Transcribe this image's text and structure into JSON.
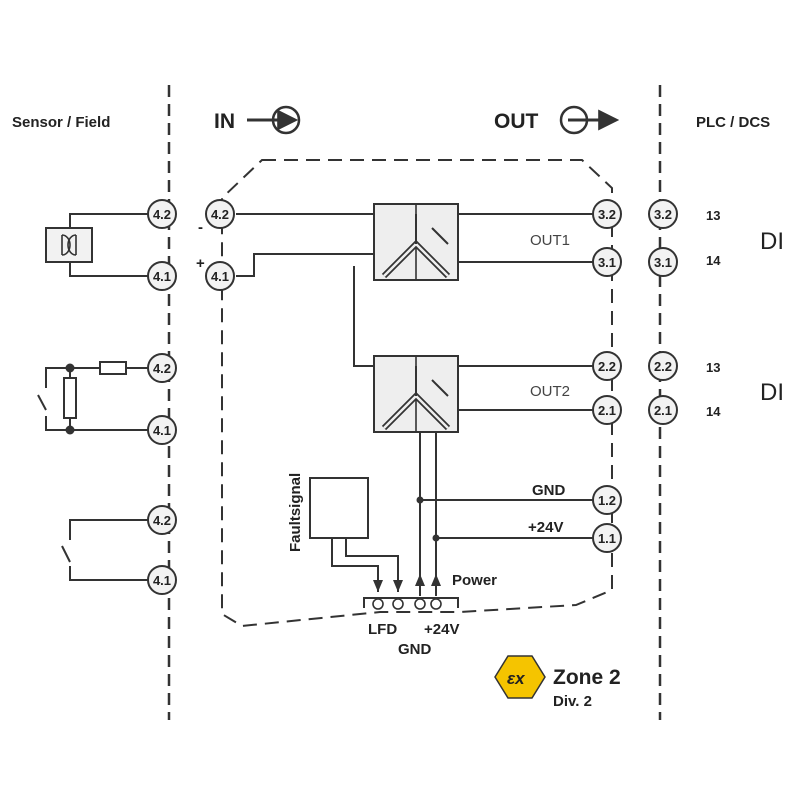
{
  "labels": {
    "sensor_field": "Sensor / Field",
    "in": "IN",
    "out": "OUT",
    "plc_dcs": "PLC / DCS",
    "out1": "OUT1",
    "out2": "OUT2",
    "gnd": "GND",
    "plus24v": "+24V",
    "faultsignal": "Faultsignal",
    "power": "Power",
    "lfd": "LFD",
    "gnd_bottom": "GND",
    "plus24v_bottom": "+24V",
    "minus": "-",
    "plus": "+",
    "di_1": "DI",
    "di_2": "DI",
    "num_13_a": "13",
    "num_14_a": "14",
    "num_13_b": "13",
    "num_14_b": "14"
  },
  "terminals": {
    "field_1_top": "4.2",
    "field_1_bot": "4.1",
    "field_2_top": "4.2",
    "field_2_bot": "4.1",
    "field_3_top": "4.2",
    "field_3_bot": "4.1",
    "in_top": "4.2",
    "in_bot": "4.1",
    "out1_top": "3.2",
    "out1_bot": "3.1",
    "out2_top": "2.2",
    "out2_bot": "2.1",
    "gnd": "1.2",
    "plus24v": "1.1",
    "plc_out1_top": "3.2",
    "plc_out1_bot": "3.1",
    "plc_out2_top": "2.2",
    "plc_out2_bot": "2.1"
  },
  "zone": {
    "title": "Zone 2",
    "division": "Div. 2",
    "ex_mark": "εx",
    "badge_color": "#f5c400"
  },
  "colors": {
    "line": "#333333",
    "terminal_fill": "#f2f2f2",
    "relay_fill": "#eeeeee"
  }
}
